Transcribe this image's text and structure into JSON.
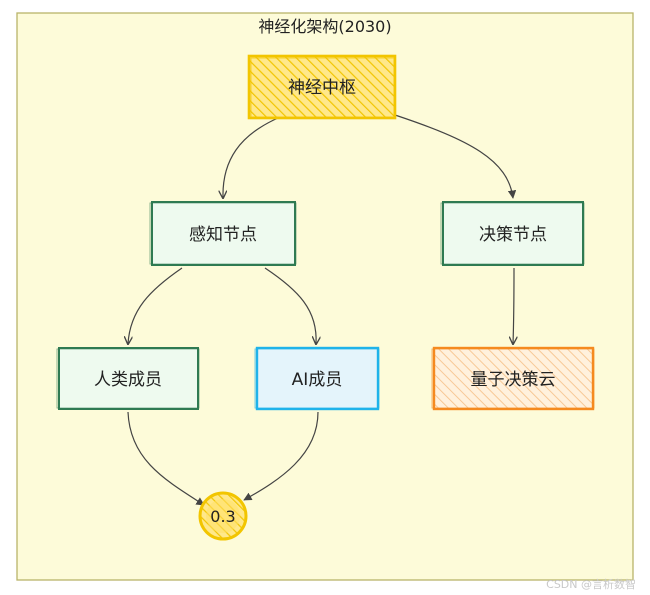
{
  "diagram": {
    "title": "神经化架构(2030)",
    "nodes": {
      "core": "神经中枢",
      "sensing": "感知节点",
      "decision": "决策节点",
      "human": "人类成员",
      "ai": "AI成员",
      "quantum": "量子决策云",
      "ratio": "0.3"
    },
    "watermark": "CSDN @言析数智",
    "colors": {
      "frame_fill": "#fdfbd9",
      "frame_stroke": "#b9b46a",
      "yellow_fill": "#ffe067",
      "yellow_stroke": "#f2c500",
      "green_fill": "#eefaef",
      "green_stroke": "#2f7a52",
      "blue_fill": "#e4f4fb",
      "blue_stroke": "#1fb3ea",
      "orange_fill": "#fde4c6",
      "orange_stroke": "#f58a1f",
      "edge": "#444444"
    }
  }
}
